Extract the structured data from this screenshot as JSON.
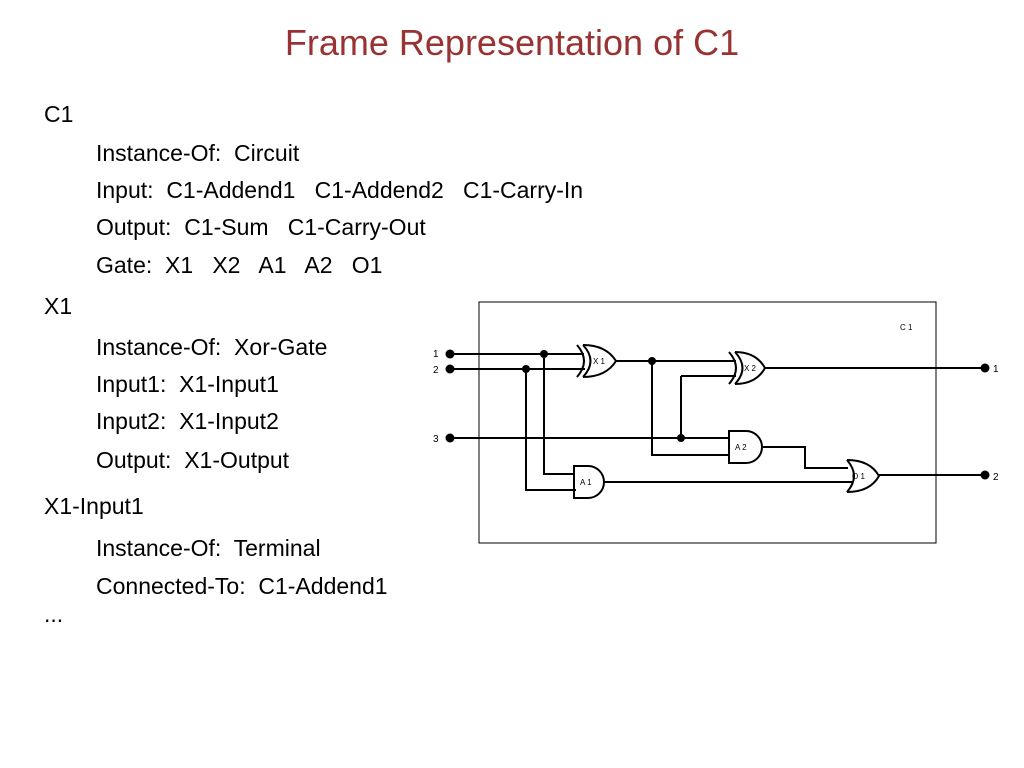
{
  "slide": {
    "title": "Frame Representation of C1",
    "frames": [
      {
        "name": "C1",
        "slots": [
          "Instance-Of:  Circuit",
          "Input:  C1-Addend1   C1-Addend2   C1-Carry-In",
          "Output:  C1-Sum   C1-Carry-Out",
          "Gate:  X1   X2   A1   A2   O1"
        ]
      },
      {
        "name": "X1",
        "slots": [
          "Instance-Of:  Xor-Gate",
          "Input1:  X1-Input1",
          "Input2:  X1-Input2",
          "Output:  X1-Output"
        ]
      },
      {
        "name": "X1-Input1",
        "slots": [
          "Instance-Of:  Terminal",
          "Connected-To:  C1-Addend1"
        ]
      }
    ],
    "ellipsis": "..."
  },
  "diagram": {
    "label": "C 1",
    "inputs": [
      "1",
      "2",
      "3"
    ],
    "outputs": [
      "1",
      "2"
    ],
    "gates": {
      "x1": "X 1",
      "x2": "X 2",
      "a1": "A 1",
      "a2": "A 2",
      "o1": "O 1"
    }
  },
  "colors": {
    "title": "#993333",
    "text": "#000000"
  }
}
